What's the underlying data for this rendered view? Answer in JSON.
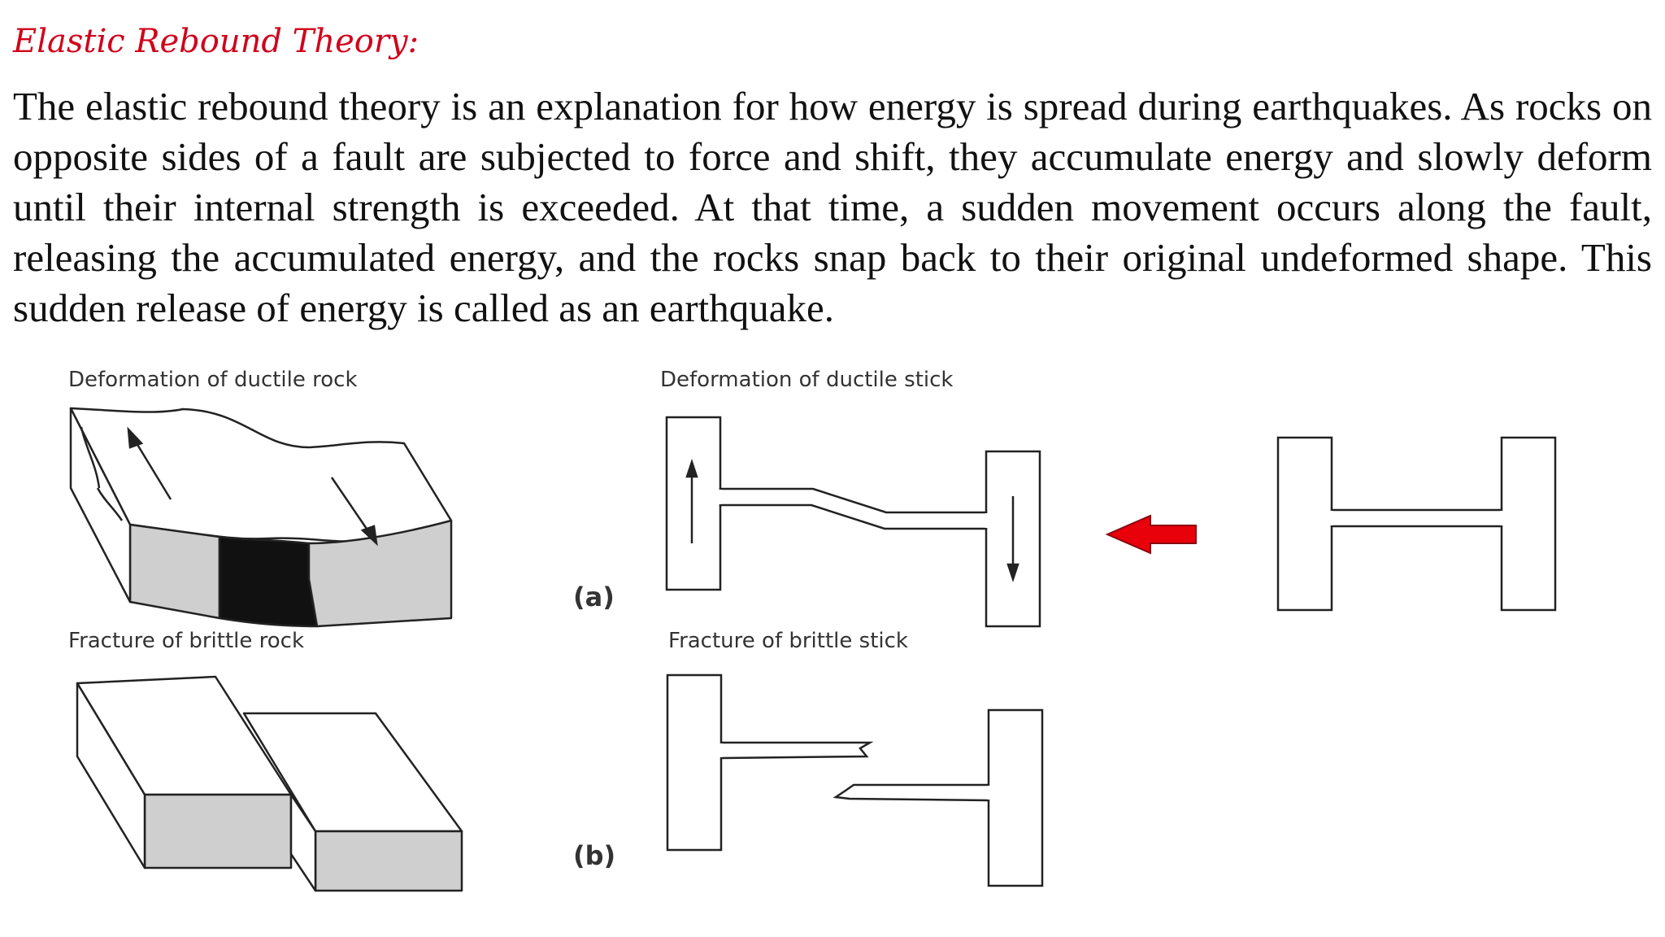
{
  "title": "Elastic Rebound Theory:",
  "paragraph": "The elastic rebound theory is an explanation for how energy is spread during earthquakes. As rocks on opposite sides of a fault are subjected to force and shift, they accumulate energy and slowly deform until their internal strength is exceeded. At that time, a sudden movement occurs along the fault, releasing the accumulated energy, and the rocks snap back to their original undeformed shape. This sudden release of energy is called as an earthquake.",
  "figure": {
    "ductile_rock_label": "Deformation of ductile rock",
    "ductile_stick_label": "Deformation of ductile stick",
    "brittle_rock_label": "Fracture of brittle rock",
    "brittle_stick_label": "Fracture of brittle stick",
    "panel_a": "(a)",
    "panel_b": "(b)",
    "colors": {
      "arrow": "#e8000b",
      "block_side": "#cfcfcf",
      "fault_zone": "#111111"
    }
  }
}
